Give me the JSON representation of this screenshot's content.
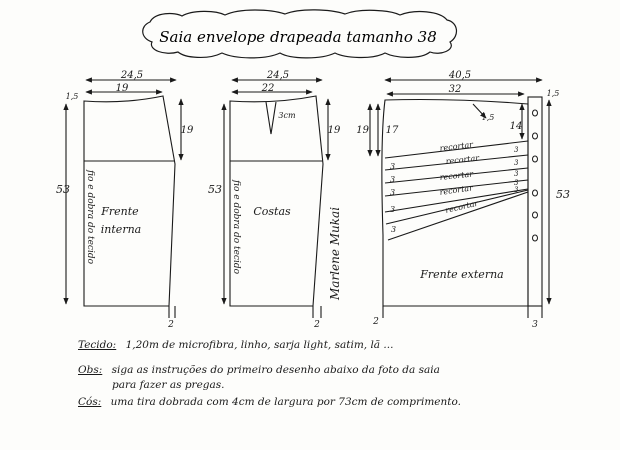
{
  "title": "Saia envelope drapeada tamanho 38",
  "panels": {
    "front_inner": {
      "label_line1": "Frente",
      "label_line2": "interna",
      "fold_text": "fio e dobra do tecido",
      "dim_total_width": "24,5",
      "dim_top_width": "19",
      "dim_left_top": "1,5",
      "dim_hip_depth": "19",
      "dim_length": "53",
      "dim_hem": "2"
    },
    "back": {
      "label": "Costas",
      "fold_text": "fio e dobra do tecido",
      "dim_total_width": "24,5",
      "dim_top_width": "22",
      "dim_dart": "3cm",
      "dim_hip_depth": "19",
      "dim_length": "53",
      "dim_hem": "2"
    },
    "front_outer": {
      "label": "Frente externa",
      "dim_total_width": "40,5",
      "dim_top_width": "32",
      "dim_small": "1,5",
      "dim_left_hip": "19",
      "dim_left_inner": "17",
      "dim_right_top": "1,5",
      "dim_right_hip": "14",
      "dim_length": "53",
      "dim_hem_left": "2",
      "dim_hem_right": "3",
      "cut_label": "recortar",
      "cut_labels": [
        "recortar",
        "recortar",
        "recortar",
        "recortar",
        "recortar"
      ],
      "left_gaps": [
        "3",
        "3",
        "3",
        "3",
        "3"
      ],
      "right_gaps": [
        "3",
        "3",
        "3",
        "3",
        "3"
      ]
    }
  },
  "signature": "Marlene Mukai",
  "notes": {
    "tecido_label": "Tecido:",
    "tecido_text": "1,20m de microfibra, linho, sarja light, satim, lã ...",
    "obs_label": "Obs:",
    "obs_text_line1": "siga as instruções do primeiro desenho abaixo da foto da saia",
    "obs_text_line2": "para fazer as pregas.",
    "cos_label": "Cós:",
    "cos_text": "uma tira dobrada com 4cm de largura por 73cm de comprimento."
  }
}
